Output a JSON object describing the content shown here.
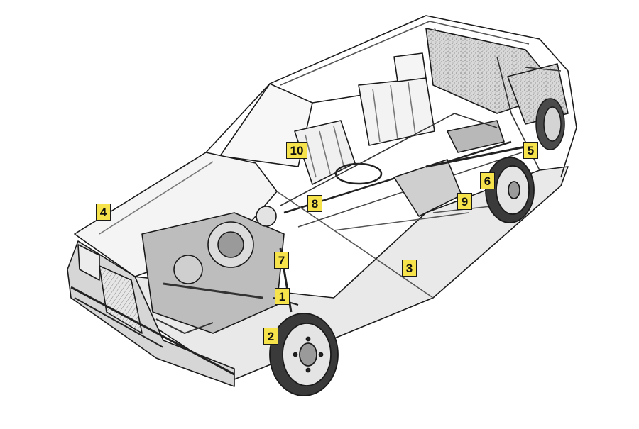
{
  "theme": {
    "callout_fill": "#f6e24a",
    "line_color": "#1a1a1a",
    "fill_light": "#f2f2f2",
    "fill_mid": "#cfcfcf",
    "fill_dark": "#3a3a3a"
  },
  "callouts": [
    {
      "id": "1",
      "label": "1"
    },
    {
      "id": "2",
      "label": "2"
    },
    {
      "id": "3",
      "label": "3"
    },
    {
      "id": "4",
      "label": "4"
    },
    {
      "id": "5",
      "label": "5"
    },
    {
      "id": "6",
      "label": "6"
    },
    {
      "id": "7",
      "label": "7"
    },
    {
      "id": "8",
      "label": "8"
    },
    {
      "id": "9",
      "label": "9"
    },
    {
      "id": "10",
      "label": "10"
    }
  ]
}
